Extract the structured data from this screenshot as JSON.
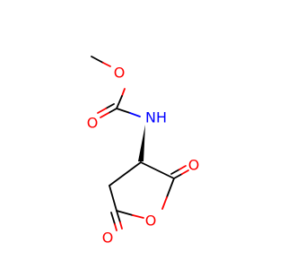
{
  "molecule": {
    "atoms": {
      "methoxy_oxygen": "O",
      "carbonyl_oxygen": "O",
      "amine_nitrogen": "N",
      "amine_hydrogen": "H",
      "ring_oxygen": "O",
      "ketone_oxygen_right": "O",
      "ketone_oxygen_left": "O"
    },
    "colors": {
      "oxygen": "#ff0000",
      "nitrogen": "#0000ff",
      "carbon_bond": "#000000",
      "background": "#ffffff"
    }
  }
}
